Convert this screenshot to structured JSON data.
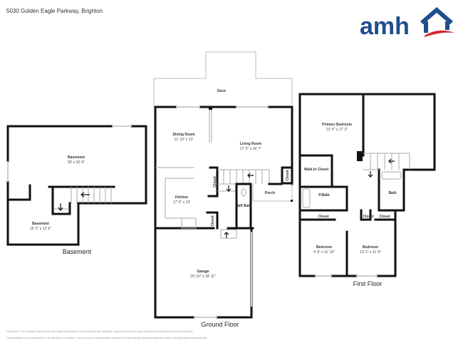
{
  "header": {
    "address": "5030 Golden Eagle Parkway, Brighton"
  },
  "logo": {
    "text": "amh",
    "brand_blue": "#1f4e8c",
    "brand_red": "#d7262e"
  },
  "floors": {
    "basement": {
      "title": "Basement",
      "rooms": [
        {
          "name": "Basement",
          "dims": "30' x 16' 6\""
        },
        {
          "name": "Basement",
          "dims": "15' 3\" x 12' 6\""
        }
      ]
    },
    "ground": {
      "title": "Ground Floor",
      "rooms": [
        {
          "name": "Deck",
          "dims": ""
        },
        {
          "name": "Dining Room",
          "dims": "11' 10\" x 13'"
        },
        {
          "name": "Living Room",
          "dims": "17' 5\" x 16' 7\""
        },
        {
          "name": "Kitchen",
          "dims": "17' 6\" x 13'"
        },
        {
          "name": "Porch",
          "dims": ""
        },
        {
          "name": "Half Bath",
          "dims": ""
        },
        {
          "name": "Garage",
          "dims": "20' 10\" x 18' 11\""
        }
      ],
      "closets": [
        "Closet",
        "Closet",
        "Closet"
      ]
    },
    "first": {
      "title": "First Floor",
      "rooms": [
        {
          "name": "Primary Bedroom",
          "dims": "13' 4\" x 17' 2\""
        },
        {
          "name": "Walk-In Closet",
          "dims": ""
        },
        {
          "name": "P.Bath",
          "dims": ""
        },
        {
          "name": "Bath",
          "dims": ""
        },
        {
          "name": "Bedroom",
          "dims": "9' 9\" x 11' 10\""
        },
        {
          "name": "Bedroom",
          "dims": "10' 2\" x 11' 9\""
        }
      ],
      "closets": [
        "Closet",
        "Closet",
        "Closet"
      ]
    }
  },
  "disclaimer": [
    "Disclaimer: The floorplans depicted and the stated dimensions in this illustration are indicative only and serve as an approximation of existing structures and features.",
    "This illustration is not guaranteed to be accurate or complete. The accuracy of all information should be verified through personal inspection and/or with appropriate professionals."
  ]
}
